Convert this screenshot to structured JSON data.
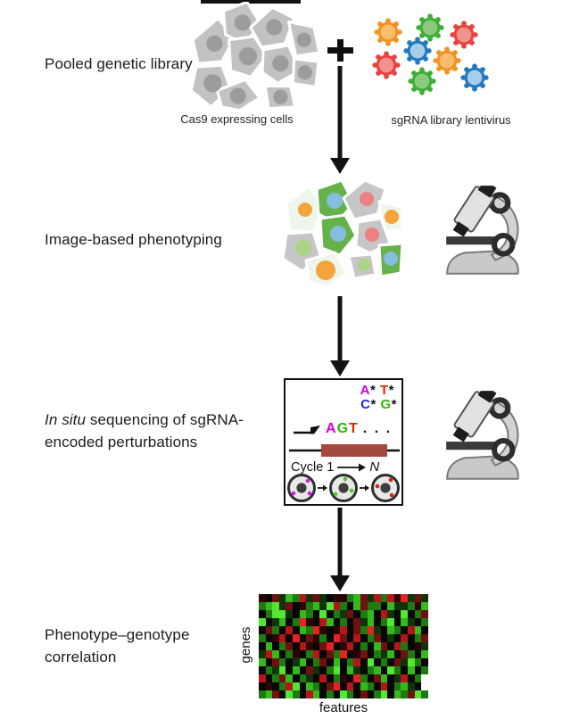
{
  "steps": {
    "s1": {
      "title": "Pooled genetic library",
      "cells_caption": "Cas9 expressing cells",
      "virus_caption": "sgRNA library lentivirus"
    },
    "s2": {
      "title": "Image-based phenotyping"
    },
    "s3": {
      "title_italic": "In situ",
      "title_rest": " sequencing of sgRNA-",
      "title_line2": "encoded perturbations"
    },
    "s4": {
      "title_line1": "Phenotype–genotype",
      "title_line2": "correlation",
      "y_label": "genes",
      "x_label": "features"
    }
  },
  "seq_box": {
    "base_a": "A",
    "base_t": "T",
    "base_c": "C",
    "base_g": "G",
    "star": "*",
    "dots": ". . .",
    "cycle_label": "Cycle 1",
    "cycle_n": "N"
  },
  "colors": {
    "base_a": "#d400d4",
    "base_t": "#e22500",
    "base_c": "#2424e0",
    "base_g": "#2eb800",
    "amplicon": "#a3493d",
    "virus_orange": "#f29222",
    "virus_orange_in": "#f8bd6e",
    "virus_green": "#3fae37",
    "virus_green_in": "#8cc87d",
    "virus_red": "#e8433f",
    "virus_red_in": "#f2928f",
    "virus_blue": "#2379bf",
    "virus_blue_in": "#a8cde9",
    "cell_gray": "#c6c6c6",
    "cell_green": "#66b24a",
    "cell_pale": "#eef5ea",
    "nucleus_orange": "#f4a43b",
    "nucleus_blue": "#85bde0",
    "nucleus_red": "#ec8181",
    "nucleus_lightgreen": "#a9d584"
  },
  "heatmap": {
    "palette": [
      "#060606",
      "#11330a",
      "#1f7a12",
      "#36b91d",
      "#55e533",
      "#2c0607",
      "#6f1011",
      "#b41717",
      "#e62323",
      "#ffffff"
    ],
    "rows": [
      "5061327161055236172758161",
      "2341605231472036220311253",
      "0244103204021602307104026",
      "4013028507302061302403102",
      "0620703285057062810320730",
      "2057080652086070260107026",
      "0302607506805702036072051",
      "1730250270628056021306203",
      "3062013026030270402061420",
      "0214030610240310230420302",
      "7026302107025082063017029",
      "0502740320680703207023109",
      "2360420730204206024032642"
    ]
  }
}
